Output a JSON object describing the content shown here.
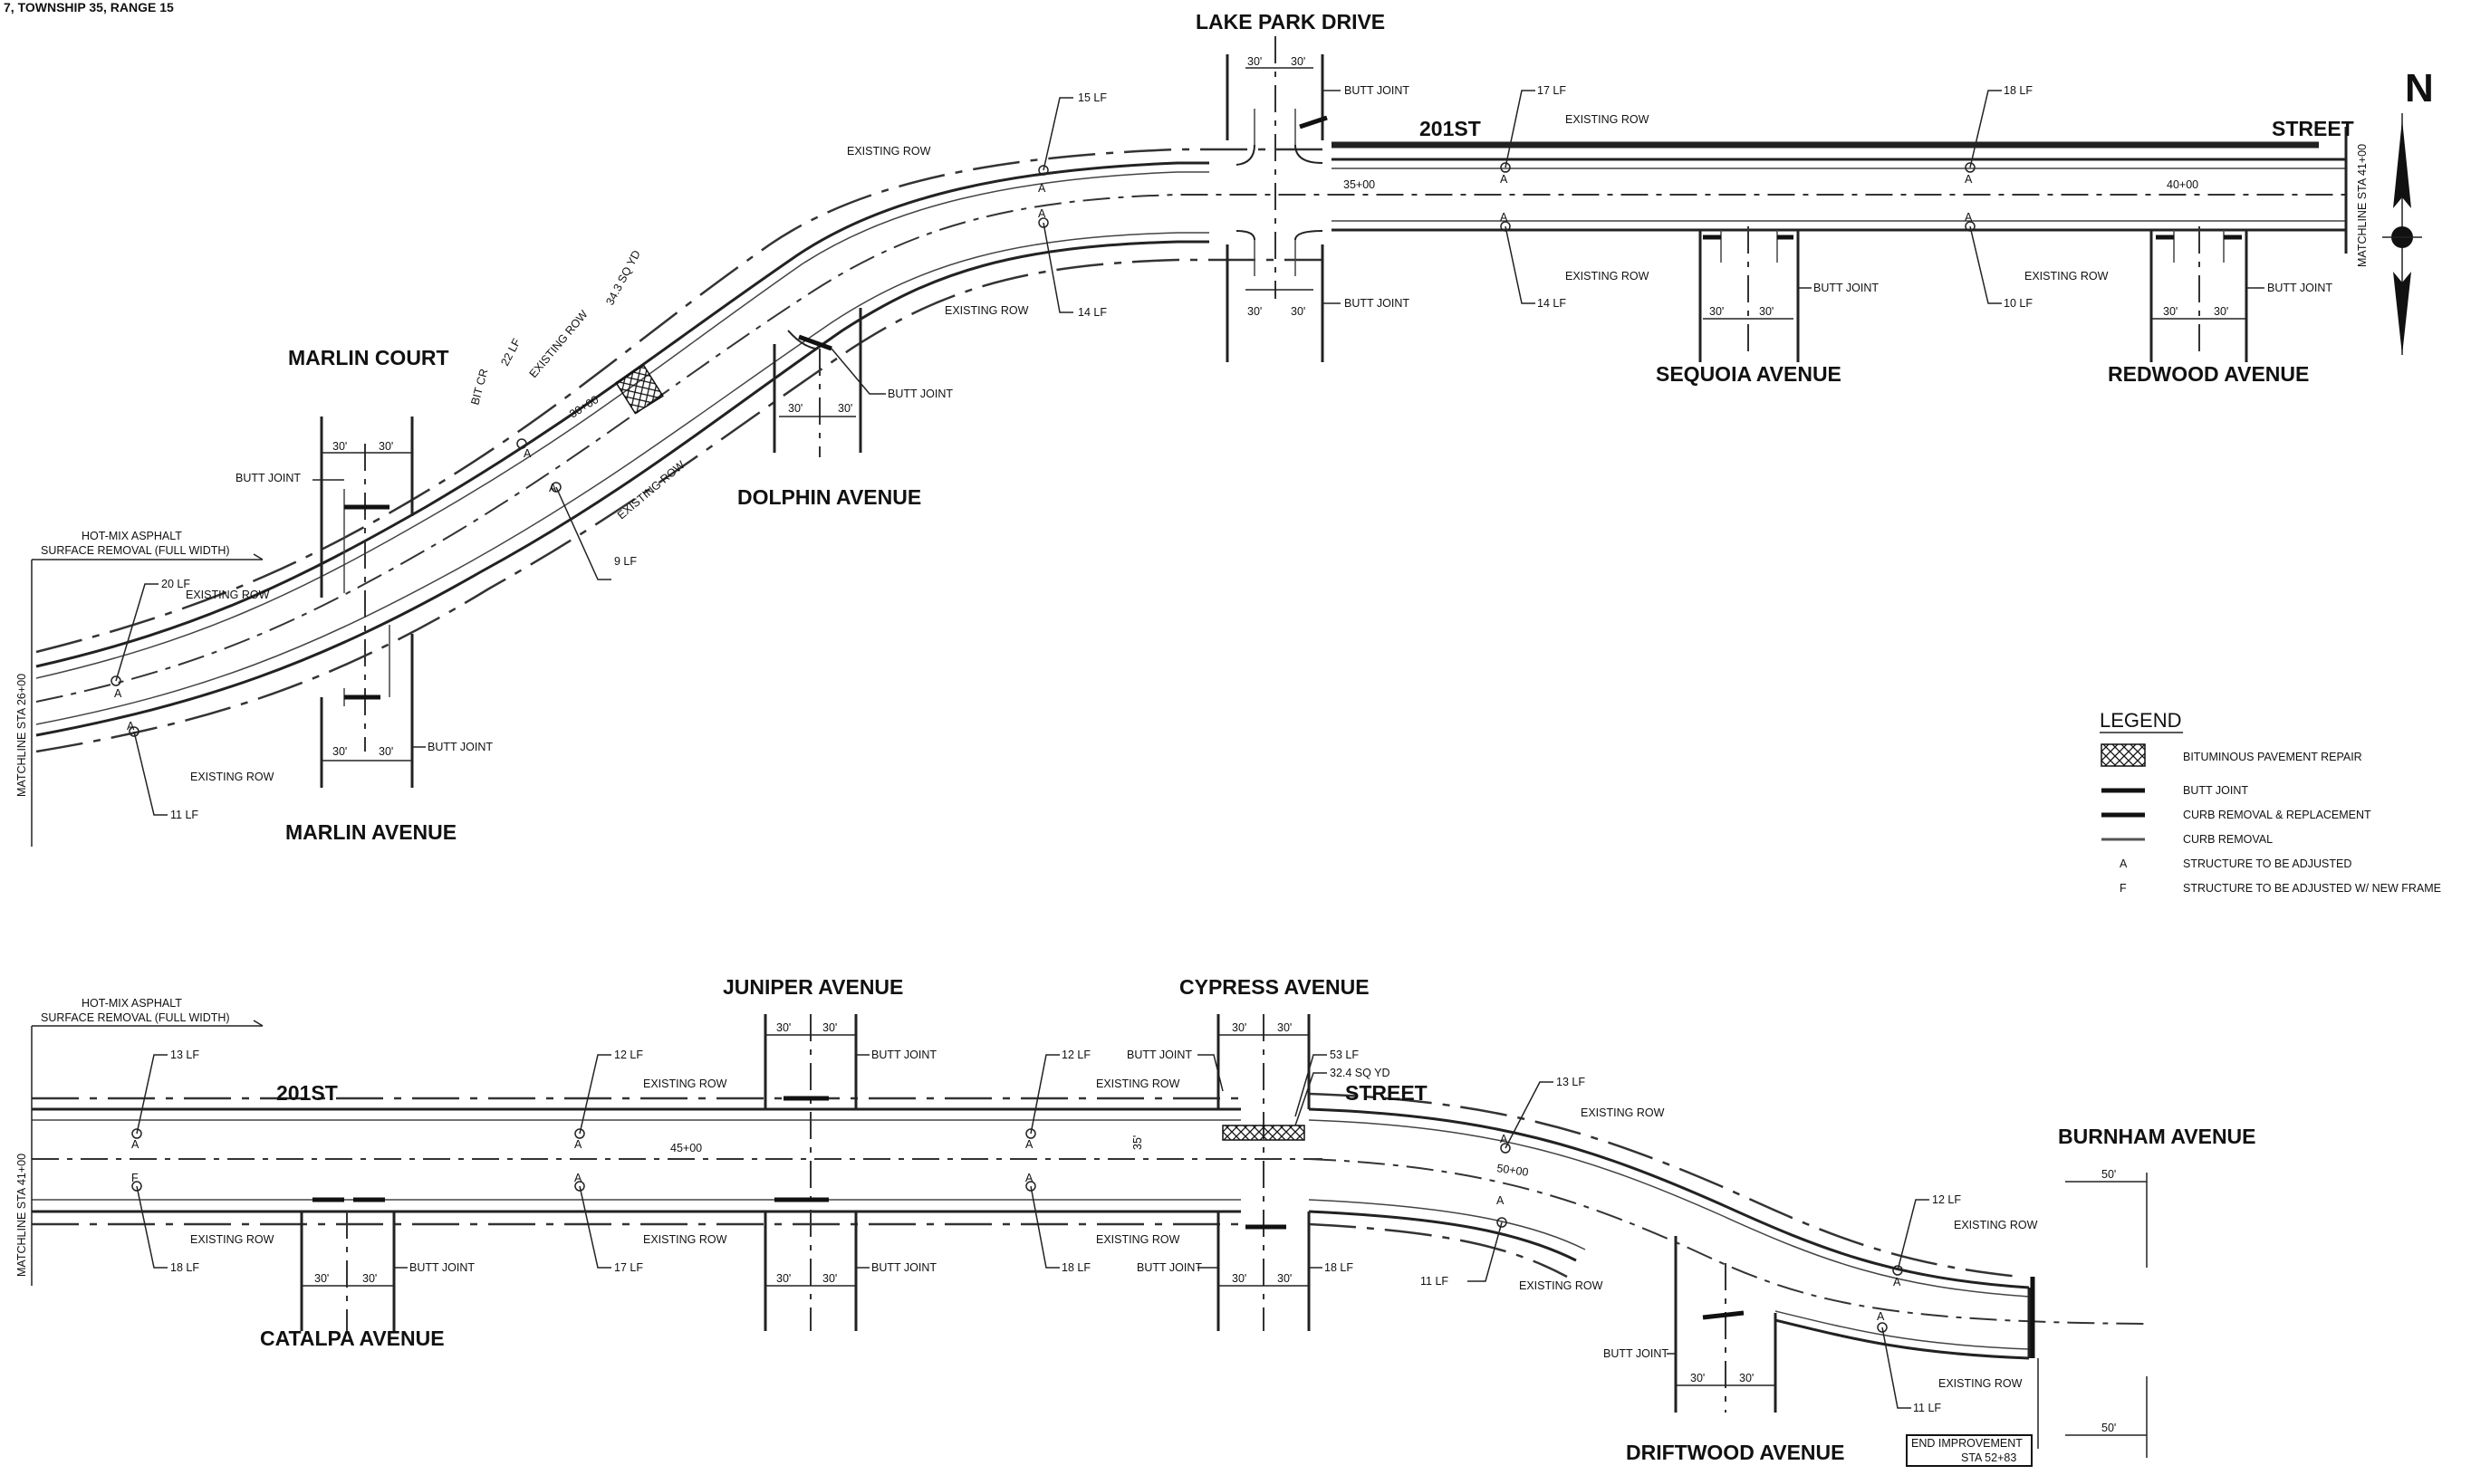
{
  "header": "7, TOWNSHIP 35, RANGE 15",
  "north": "N",
  "streets": {
    "lake_park": "LAKE PARK DRIVE",
    "st201_a": "201ST",
    "street_a": "STREET",
    "marlin_court": "MARLIN COURT",
    "dolphin": "DOLPHIN AVENUE",
    "sequoia": "SEQUOIA AVENUE",
    "redwood": "REDWOOD AVENUE",
    "marlin_ave": "MARLIN AVENUE",
    "juniper": "JUNIPER AVENUE",
    "cypress": "CYPRESS AVENUE",
    "st201_b": "201ST",
    "street_b": "STREET",
    "burnham": "BURNHAM AVENUE",
    "catalpa": "CATALPA AVENUE",
    "driftwood": "DRIFTWOOD AVENUE"
  },
  "matchlines": {
    "top_right": "MATCHLINE STA 41+00",
    "top_left": "MATCHLINE STA 26+00",
    "bottom_left": "MATCHLINE STA 41+00"
  },
  "notes": {
    "hma_top_1": "HOT-MIX ASPHALT",
    "hma_top_2": "SURFACE REMOVAL (FULL WIDTH)",
    "hma_bot_1": "HOT-MIX ASPHALT",
    "hma_bot_2": "SURFACE REMOVAL (FULL WIDTH)",
    "end_1": "END IMPROVEMENT",
    "end_2": "STA 52+83"
  },
  "stations": {
    "s3000": "30+00",
    "s3500": "35+00",
    "s4000": "40+00",
    "s4500": "45+00",
    "s5000": "50+00"
  },
  "callouts": {
    "t15": "15 LF",
    "t17": "17 LF",
    "t18": "18 LF",
    "t14a": "14 LF",
    "t14b": "14 LF",
    "t10": "10 LF",
    "t22": "22 LF",
    "t34": "34.3 SQ YD",
    "t9": "9 LF",
    "t20": "20 LF",
    "t11": "11 LF",
    "tbit": "BIT CR",
    "b13a": "13 LF",
    "b12a": "12 LF",
    "b12b": "12 LF",
    "b53": "53 LF",
    "b324": "32.4 SQ YD",
    "b13b": "13 LF",
    "b18a": "18 LF",
    "b17": "17 LF",
    "b18b": "18 LF",
    "b18c": "18 LF",
    "b11a": "11 LF",
    "b12c": "12 LF",
    "b11b": "11 LF"
  },
  "labels": {
    "butt_joint": "BUTT JOINT",
    "existing_row": "EXISTING ROW",
    "struct_a": "A",
    "struct_f": "F",
    "w30": "30'",
    "w35": "35'",
    "w50": "50'"
  },
  "legend": {
    "title": "LEGEND",
    "items": [
      "BITUMINOUS PAVEMENT REPAIR",
      "BUTT JOINT",
      "CURB REMOVAL & REPLACEMENT",
      "CURB REMOVAL",
      "STRUCTURE TO BE ADJUSTED",
      "STRUCTURE TO BE ADJUSTED W/ NEW FRAME"
    ],
    "symbols": [
      "A",
      "F"
    ]
  }
}
